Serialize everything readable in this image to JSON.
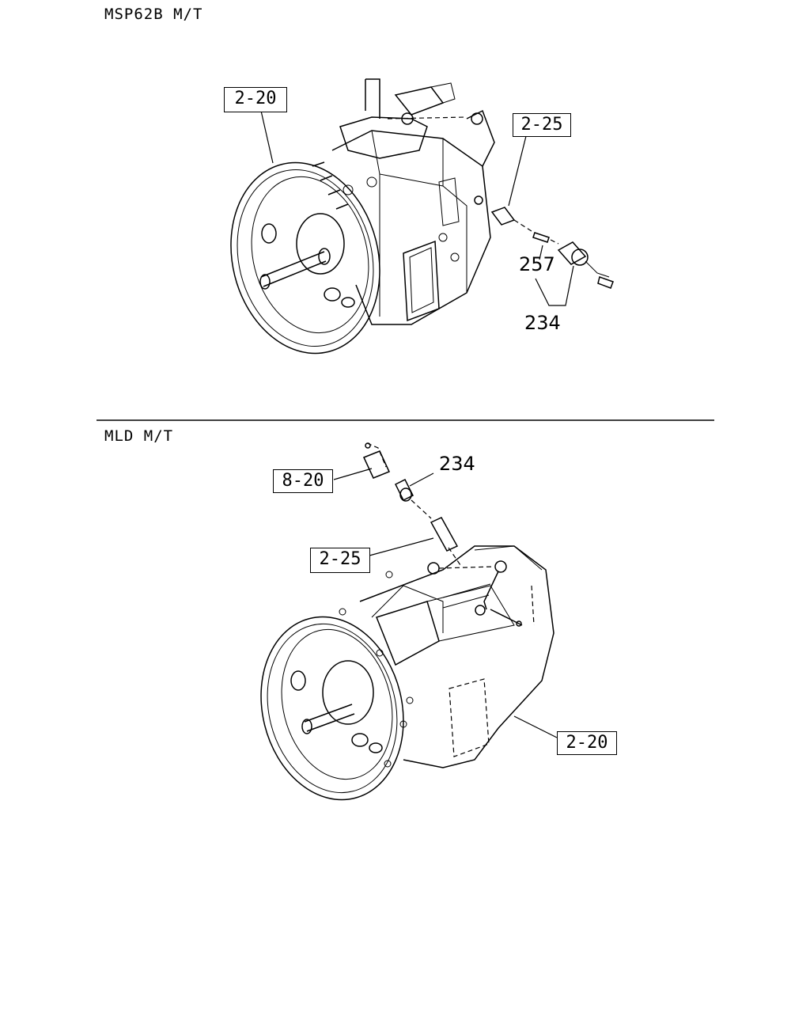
{
  "sections": {
    "top": {
      "title": "MSP62B M/T",
      "callouts": {
        "transmission_ref": "2-20",
        "sensor_ref": "2-25",
        "pin_part": "257",
        "switch_part": "234"
      }
    },
    "bottom": {
      "title": "MLD M/T",
      "callouts": {
        "bracket_ref": "8-20",
        "switch_part": "234",
        "sensor_ref": "2-25",
        "transmission_ref": "2-20"
      }
    }
  }
}
